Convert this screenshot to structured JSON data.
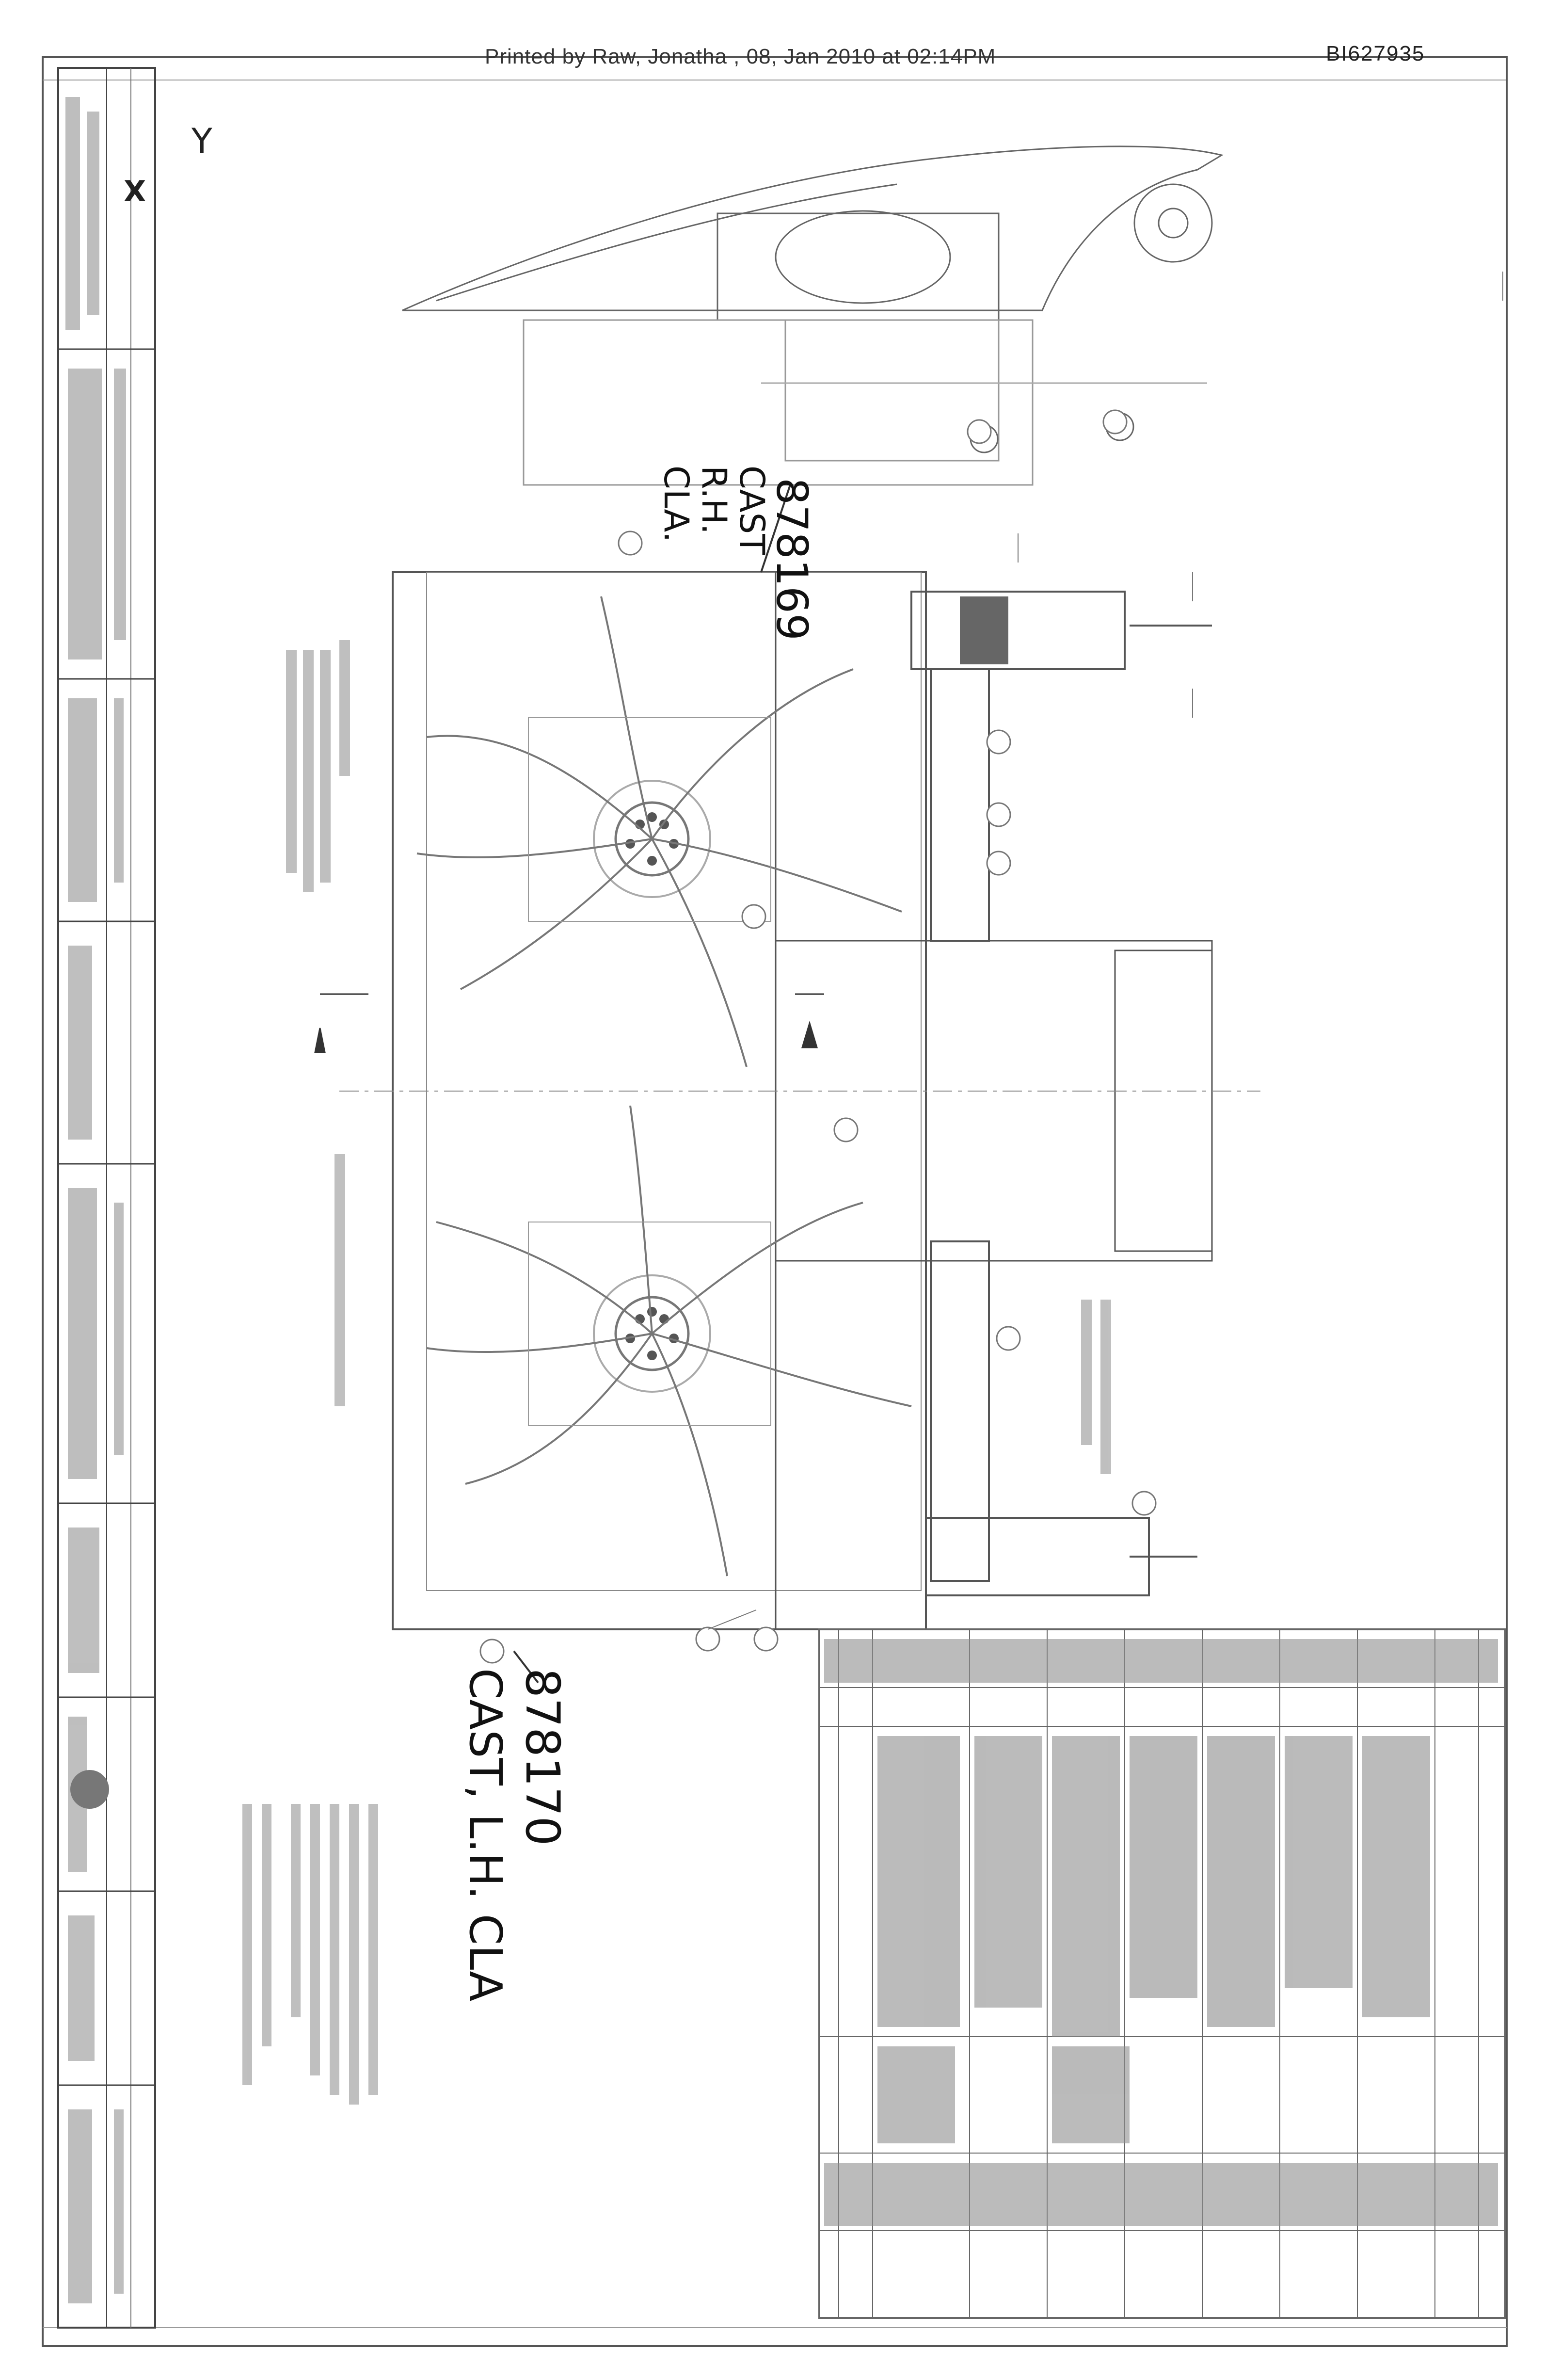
{
  "header": {
    "printed_by": "Printed by Raw, Jonatha     , 08, Jan 2010 at 02:14PM",
    "document_number": "BI627935"
  },
  "handwritten_callouts": [
    {
      "part_number": "878169",
      "description": "CAST\nR.H.\nCLA."
    },
    {
      "part_number": "878170",
      "description": "CAST, L.H. CLA"
    }
  ],
  "axis_markers": {
    "y": "Y",
    "x": "X"
  },
  "colors": {
    "ink": "#2a2a2a",
    "faint_ink": "#9a9a9a",
    "paper": "#ffffff"
  }
}
